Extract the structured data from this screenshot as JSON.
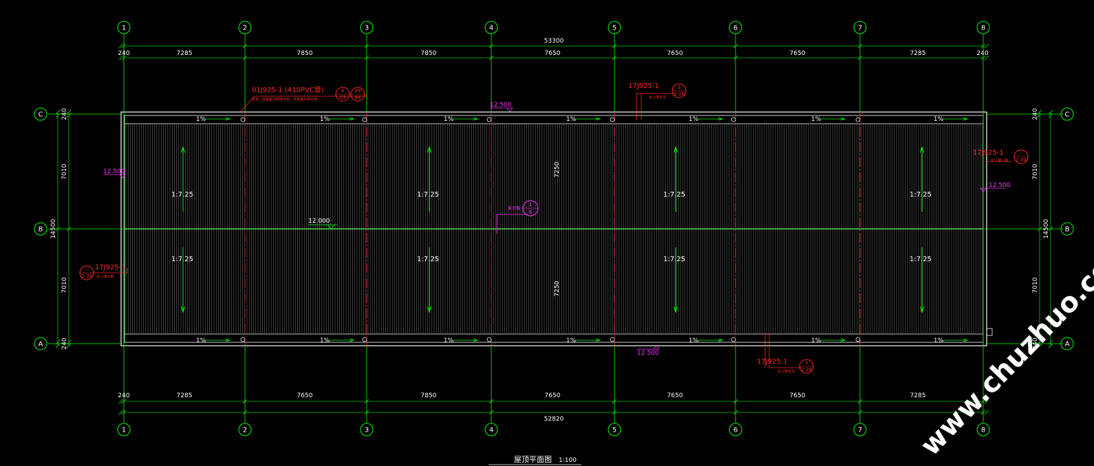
{
  "drawing": {
    "title": "屋顶平面图",
    "scale": "1:100",
    "watermark": "www.chuzhuo.com"
  },
  "axes": {
    "vertical_labels": [
      "1",
      "2",
      "3",
      "4",
      "5",
      "6",
      "7",
      "8"
    ],
    "horizontal_labels": [
      "C",
      "B",
      "A"
    ]
  },
  "dimensions": {
    "top_total": "53300",
    "bottom_total": "52820",
    "top_segments": [
      "240",
      "7285",
      "7850",
      "7850",
      "7650",
      "7650",
      "7650",
      "7285",
      "240"
    ],
    "bottom_segments": [
      "240",
      "7285",
      "7650",
      "7850",
      "7650",
      "7650",
      "7650",
      "7285"
    ],
    "left_segments": [
      "240",
      "7010",
      "7010",
      "240"
    ],
    "left_total": "14500",
    "right_segments": [
      "240",
      "7010",
      "7010",
      "240"
    ],
    "right_total": "14500",
    "mid_vertical": [
      "7250",
      "7250"
    ]
  },
  "slopes": {
    "ratio_label": "1:7.25",
    "percent_label": "1%"
  },
  "elevations": {
    "left": "12.500",
    "right": "12.500",
    "top": "12.500",
    "bottom": "12.500",
    "ridge": "12.000"
  },
  "callouts": {
    "top_left_ref": "01J925-1 (410PVC管)",
    "top_left_note": "水管（双室室内侧排水管，并室室外侧水管）",
    "top_left_b1_top": "8",
    "top_left_b1_bot": "23",
    "top_left_b2_top": "49",
    "top_left_b2_bot": "44",
    "top_mid_ref": "17J925-1",
    "top_mid_note": "女儿墙天沟",
    "top_mid_b_top": "3",
    "top_mid_b_bot": "2-26",
    "right_ref": "17J925-1",
    "right_note": "女儿墙山墙",
    "right_b_top": "-",
    "right_b_bot": "2-30",
    "left_ref": "17J925-1",
    "left_note": "女儿墙山墙",
    "left_b_top": "-",
    "left_b_bot": "2-30",
    "bottom_ref": "17J925-1",
    "bottom_note": "女儿墙天沟",
    "bottom_b_top": "3",
    "bottom_b_bot": "2-26",
    "center_note": "采光板",
    "center_b_top": "1",
    "center_b_bot": "8"
  },
  "colors": {
    "background": "#000000",
    "axis_green": "#00ff00",
    "dim_green": "#00cc00",
    "annotation_red": "#ff2a2a",
    "elevation_magenta": "#ff33ff",
    "roof_outline": "#ffffff",
    "roof_sheet": "#7a7a7a"
  }
}
